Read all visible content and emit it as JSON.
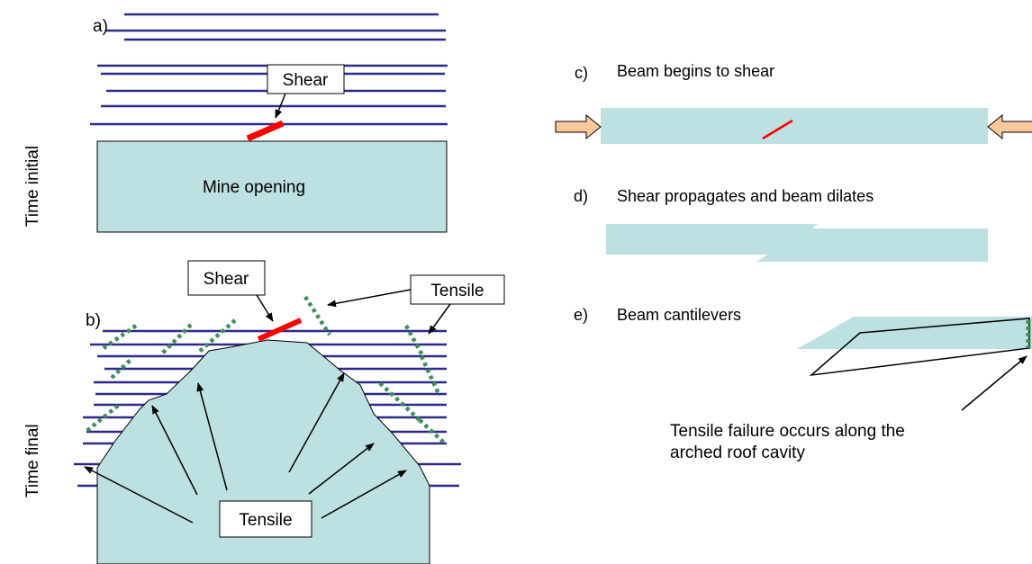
{
  "panels": {
    "a": "a)",
    "b": "b)",
    "c": "c)",
    "d": "d)",
    "e": "e)"
  },
  "time_labels": {
    "initial": "Time initial",
    "final": "Time final"
  },
  "labels": {
    "mine_opening": "Mine opening",
    "shear_a": "Shear",
    "shear_b": "Shear",
    "tensile_top": "Tensile",
    "tensile_bottom": "Tensile",
    "c_text": "Beam begins to shear",
    "d_text": "Shear propagates and beam dilates",
    "e_text": "Beam cantilevers",
    "tensile_failure_1": "Tensile failure occurs along the",
    "tensile_failure_2": "arched roof cavity"
  },
  "colors": {
    "strata": "#2e2a8c",
    "rock": "#bde0e0",
    "shear": "#ff0000",
    "tensile": "#3d8f5a",
    "force_arrow": "#f9c99a"
  }
}
